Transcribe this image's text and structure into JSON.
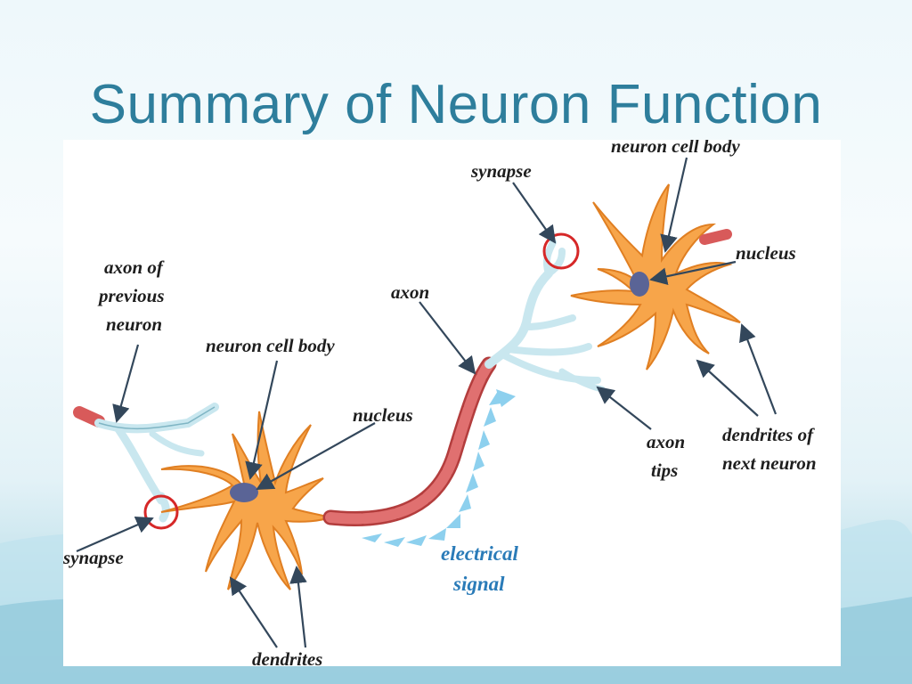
{
  "slide": {
    "title": "Summary of Neuron Function"
  },
  "diagram": {
    "labels": {
      "axon_of_previous_neuron": [
        "axon of",
        "previous",
        "neuron"
      ],
      "neuron_cell_body_left": "neuron cell body",
      "nucleus_left": "nucleus",
      "synapse_left": "synapse",
      "dendrites": "dendrites",
      "axon": "axon",
      "electrical_signal": [
        "electrical",
        "signal"
      ],
      "synapse_right": "synapse",
      "neuron_cell_body_right": "neuron cell body",
      "nucleus_right": "nucleus",
      "axon_tips": [
        "axon",
        "tips"
      ],
      "dendrites_of_next_neuron": [
        "dendrites of",
        "next neuron"
      ]
    },
    "colors": {
      "title": "#2e7e9c",
      "cell_body": "#f7a54a",
      "cell_outline": "#e07f22",
      "nucleus": "#5a6496",
      "axon": "#d85a5a",
      "axon_tips": "#c9e7ef",
      "signal": "#8dd0ee",
      "synapse_circle": "#d62828"
    }
  }
}
